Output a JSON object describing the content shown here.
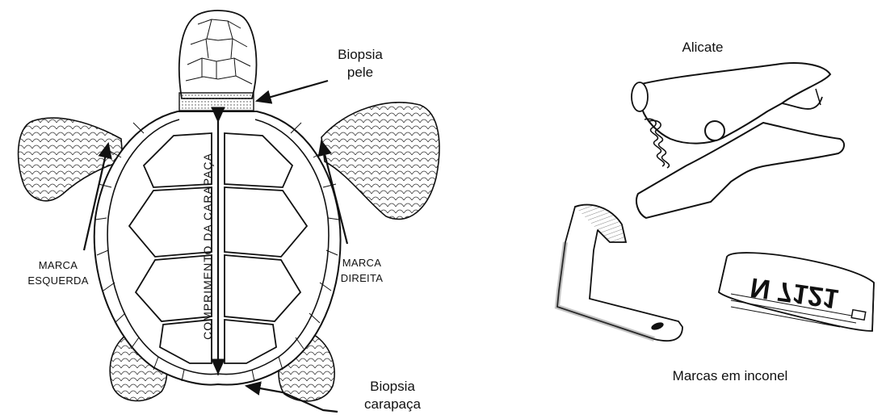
{
  "left_panel": {
    "biopsia_pele": [
      "Biopsia",
      "pele"
    ],
    "biopsia_carapaca": [
      "Biopsia",
      "carapaça"
    ],
    "marca_esquerda": [
      "MARCA",
      "ESQUERDA"
    ],
    "marca_direita": [
      "MARCA",
      "DIREITA"
    ],
    "comprimento": "COMPRIMENTO DA CARAPAÇA"
  },
  "right_panel": {
    "alicate": "Alicate",
    "marcas": "Marcas em inconel",
    "tag_number": "N 7121"
  },
  "icons": [
    "turtle-illustration",
    "pliers-illustration",
    "tag-illustration"
  ]
}
